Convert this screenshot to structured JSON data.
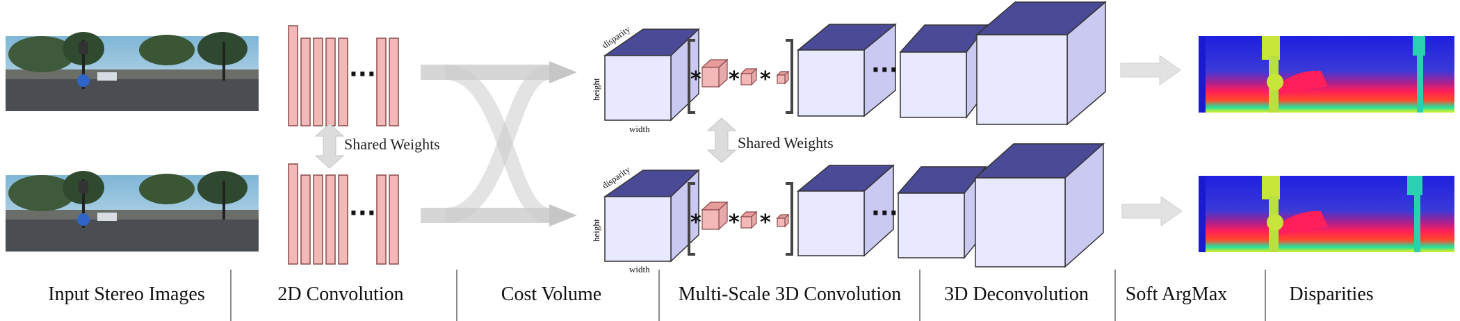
{
  "stages": [
    {
      "key": "input",
      "label": "Input Stereo Images"
    },
    {
      "key": "conv2d",
      "label": "2D Convolution"
    },
    {
      "key": "cost",
      "label": "Cost Volume"
    },
    {
      "key": "conv3d",
      "label": "Multi-Scale 3D Convolution"
    },
    {
      "key": "deconv",
      "label": "3D Deconvolution"
    },
    {
      "key": "softargmax",
      "label": "Soft ArgMax"
    },
    {
      "key": "disp",
      "label": "Disparities"
    }
  ],
  "shared_weights": {
    "conv2d": "Shared Weights",
    "conv3d": "Shared Weights"
  },
  "axes": {
    "disparity": "disparity",
    "height": "height",
    "width": "width"
  },
  "symbols": {
    "ellipsis": "···",
    "convolution": "*"
  },
  "colors": {
    "conv_layer": "#f3b8b8",
    "conv_layer_stroke": "#8a4a4a",
    "cube_front": "#e8e8ff",
    "cube_top": "#4a4a96",
    "cube_side": "#c9c9f2",
    "arrow": "#d8d8d8",
    "bracket": "#444444"
  },
  "icons": {
    "input_images": "street-scene-photo",
    "disparity_maps": "colored-disparity-map"
  }
}
